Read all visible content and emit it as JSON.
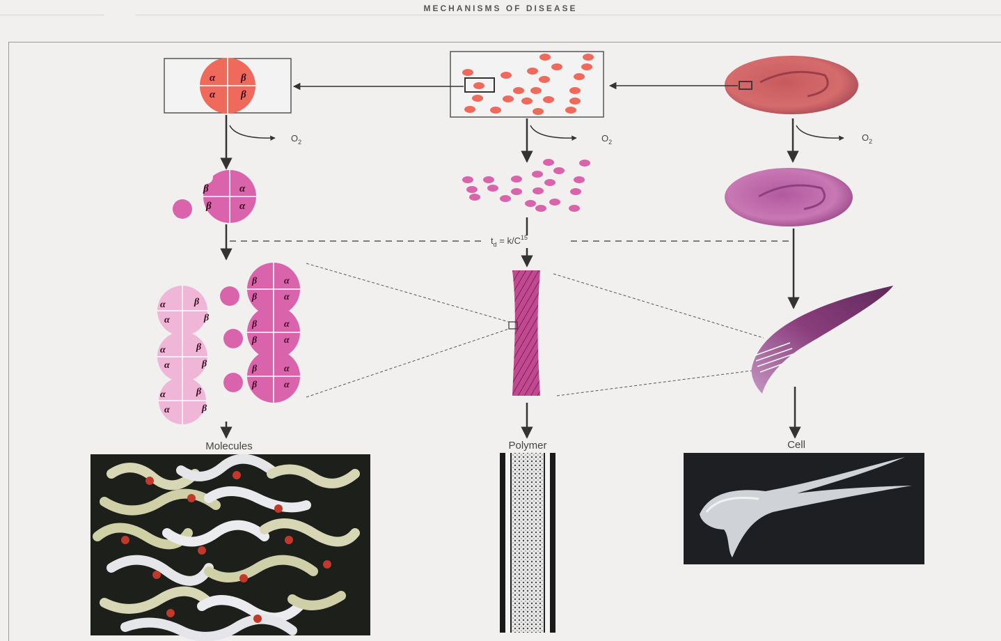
{
  "header": {
    "title": "MECHANISMS OF DISEASE"
  },
  "annotations": {
    "oxygen": "O",
    "oxygen_sub": "2",
    "delay_time": "t",
    "delay_time_sub": "d",
    "delay_formula": " = k/C",
    "delay_formula_exp": "15"
  },
  "greek": {
    "alpha": "α",
    "beta": "β"
  },
  "columns": {
    "molecules": {
      "caption": "Molecules"
    },
    "polymer": {
      "caption": "Polymer"
    },
    "cell": {
      "caption": "Cell"
    }
  },
  "colors": {
    "oxy_hemoglobin": "#f06a5c",
    "deoxy_hemoglobin": "#d964ac",
    "light_hemoglobin": "#efb6d8",
    "polymer_fiber": "#b83a86",
    "oxy_cell": "#d46468",
    "deoxy_cell": "#c46aa5",
    "sickle_cell": "#8e3a7a",
    "arrow": "#333333",
    "dashed": "#555555"
  }
}
